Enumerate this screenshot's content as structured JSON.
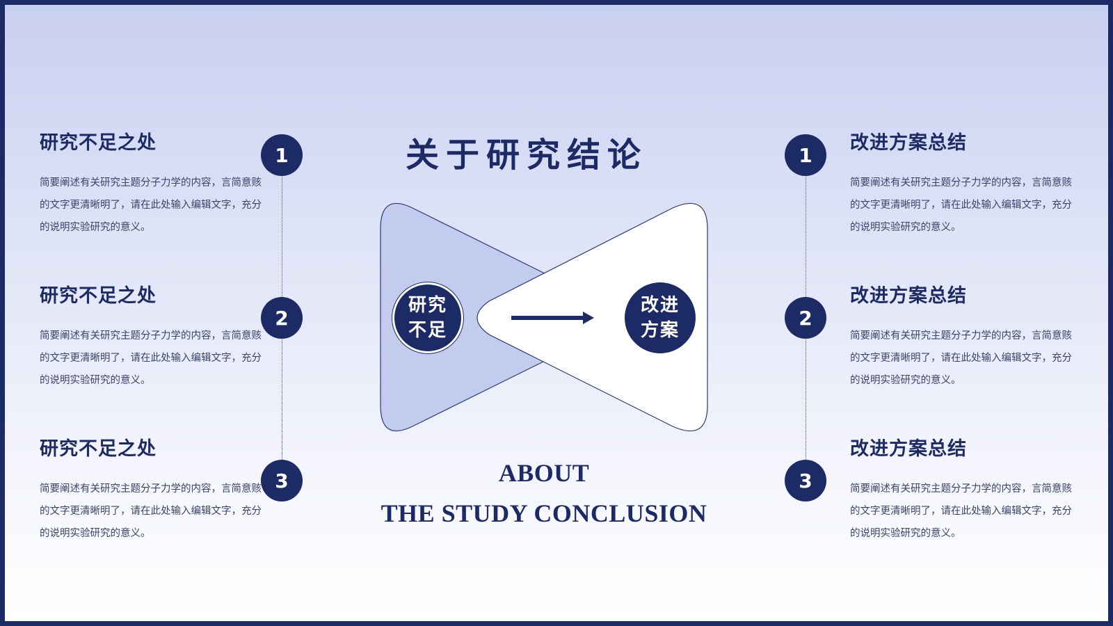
{
  "title": "关于研究结论",
  "subtitle": {
    "line1": "ABOUT",
    "line2": "THE STUDY CONCLUSION"
  },
  "left_items": [
    {
      "number": "1",
      "heading": "研究不足之处",
      "body": "简要阐述有关研究主题分子力学的内容，言简意赅的文字更清晰明了，请在此处输入编辑文字，充分的说明实验研究的意义。"
    },
    {
      "number": "2",
      "heading": "研究不足之处",
      "body": "简要阐述有关研究主题分子力学的内容，言简意赅的文字更清晰明了，请在此处输入编辑文字，充分的说明实验研究的意义。"
    },
    {
      "number": "3",
      "heading": "研究不足之处",
      "body": "简要阐述有关研究主题分子力学的内容，言简意赅的文字更清晰明了，请在此处输入编辑文字，充分的说明实验研究的意义。"
    }
  ],
  "right_items": [
    {
      "number": "1",
      "heading": "改进方案总结",
      "body": "简要阐述有关研究主题分子力学的内容，言简意赅的文字更清晰明了，请在此处输入编辑文字，充分的说明实验研究的意义。"
    },
    {
      "number": "2",
      "heading": "改进方案总结",
      "body": "简要阐述有关研究主题分子力学的内容，言简意赅的文字更清晰明了，请在此处输入编辑文字，充分的说明实验研究的意义。"
    },
    {
      "number": "3",
      "heading": "改进方案总结",
      "body": "简要阐述有关研究主题分子力学的内容，言简意赅的文字更清晰明了，请在此处输入编辑文字，充分的说明实验研究的意义。"
    }
  ],
  "diagram": {
    "left_label_line1": "研究",
    "left_label_line2": "不足",
    "right_label_line1": "改进",
    "right_label_line2": "方案",
    "arrow_icon": "arrow-right-icon"
  },
  "colors": {
    "primary": "#1c2a66",
    "light_fill": "#c3cbef",
    "background_top": "#c8d0f0",
    "background_bottom": "#ffffff"
  }
}
